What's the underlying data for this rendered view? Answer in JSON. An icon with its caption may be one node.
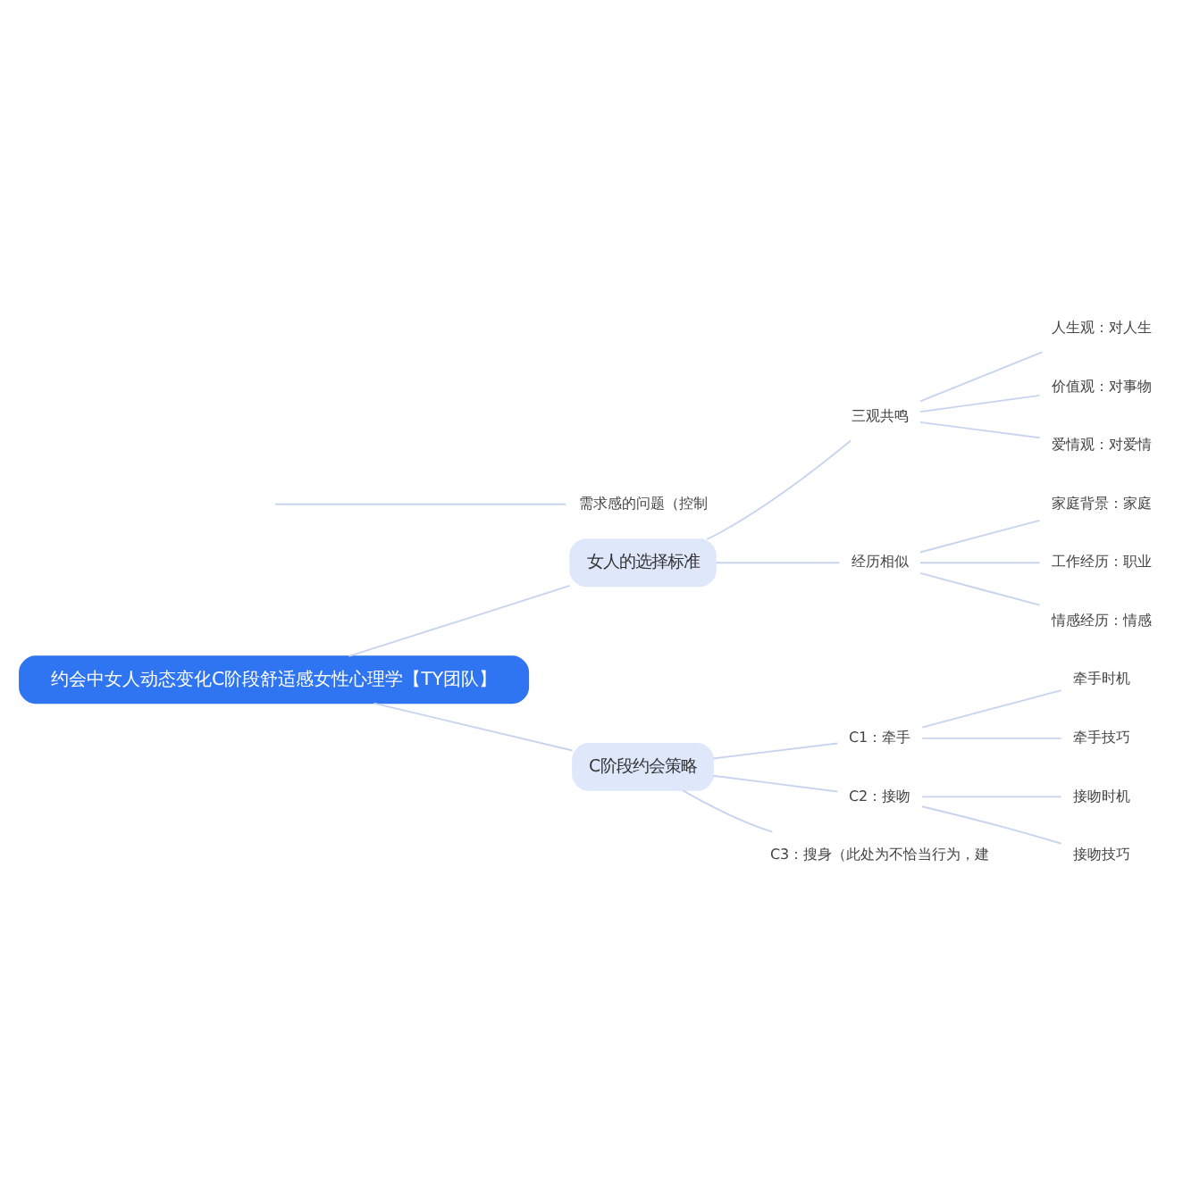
{
  "diagram": {
    "nodes": [
      {
        "text": [
          "约会中女人动态变化C阶段舒适感女性心理学【TY团队】"
        ]
      },
      {
        "text": [
          "需求感的问题（控制"
        ]
      },
      {
        "text": [
          "女人的选择标准"
        ]
      },
      {
        "text": [
          "三观共鸣"
        ]
      },
      {
        "text": [
          "人生观：对人生"
        ]
      },
      {
        "text": [
          "价值观：对事物"
        ]
      },
      {
        "text": [
          "爱情观：对爱情"
        ]
      },
      {
        "text": [
          "经历相似"
        ]
      },
      {
        "text": [
          "家庭背景：家庭"
        ]
      },
      {
        "text": [
          "工作经历：职业"
        ]
      },
      {
        "text": [
          "情感经历：情感"
        ]
      },
      {
        "text": [
          "C阶段约会策略"
        ]
      },
      {
        "text": [
          "C1：牵手"
        ]
      },
      {
        "text": [
          "牵手时机"
        ]
      },
      {
        "text": [
          "牵手技巧"
        ]
      },
      {
        "text": [
          "C2：接吻"
        ]
      },
      {
        "text": [
          "接吻时机"
        ]
      },
      {
        "text": [
          "接吻技巧"
        ]
      },
      {
        "text": [
          "C3：搜身（此处为不恰当行为，建"
        ]
      }
    ],
    "edges": [
      {
        "from": null,
        "to": 1,
        "arrow": "none"
      },
      {
        "from": 0,
        "to": 2,
        "arrow": "none"
      },
      {
        "from": 2,
        "to": 3,
        "arrow": "none"
      },
      {
        "from": 3,
        "to": 4,
        "arrow": "none"
      },
      {
        "from": 3,
        "to": 5,
        "arrow": "none"
      },
      {
        "from": 3,
        "to": 6,
        "arrow": "none"
      },
      {
        "from": 2,
        "to": 7,
        "arrow": "none"
      },
      {
        "from": 7,
        "to": 8,
        "arrow": "none"
      },
      {
        "from": 7,
        "to": 9,
        "arrow": "none"
      },
      {
        "from": 7,
        "to": 10,
        "arrow": "none"
      },
      {
        "from": 0,
        "to": 11,
        "arrow": "none"
      },
      {
        "from": 11,
        "to": 12,
        "arrow": "none"
      },
      {
        "from": 12,
        "to": 13,
        "arrow": "none"
      },
      {
        "from": 12,
        "to": 14,
        "arrow": "none"
      },
      {
        "from": 11,
        "to": 15,
        "arrow": "none"
      },
      {
        "from": 15,
        "to": 16,
        "arrow": "none"
      },
      {
        "from": 15,
        "to": 17,
        "arrow": "none"
      },
      {
        "from": 11,
        "to": 18,
        "arrow": "none"
      }
    ]
  }
}
